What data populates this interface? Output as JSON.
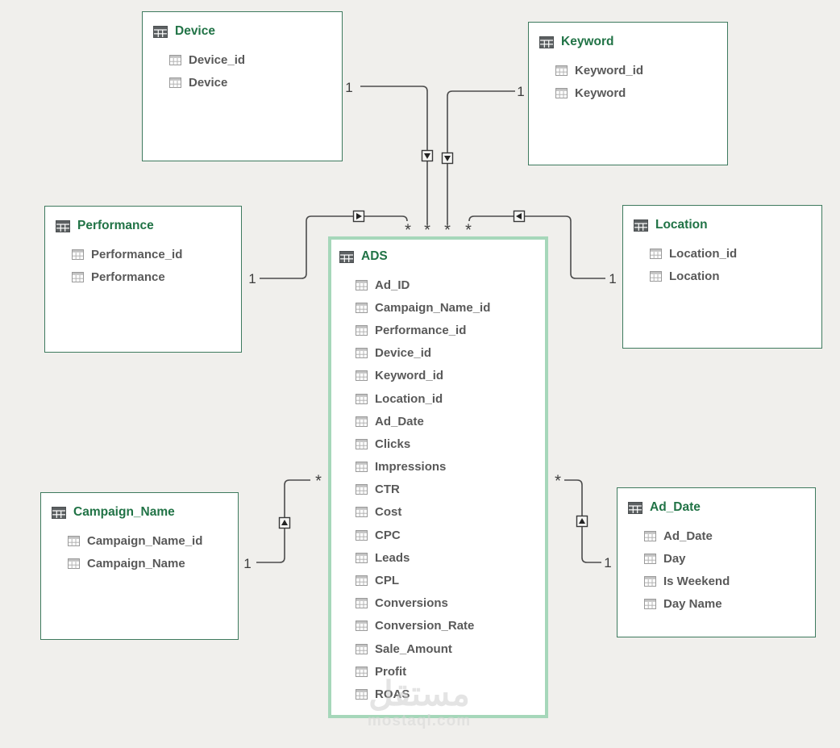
{
  "diagram": {
    "background_color": "#f0efec",
    "table_border_color": "#3e7a5e",
    "selected_table_border_color": "#a6d7ba",
    "title_color": "#217346",
    "field_color": "#595959",
    "connector_color": "#4c4c4c"
  },
  "tables": [
    {
      "id": "device",
      "title": "Device",
      "selected": false,
      "fields": [
        "Device_id",
        "Device"
      ]
    },
    {
      "id": "keyword",
      "title": "Keyword",
      "selected": false,
      "fields": [
        "Keyword_id",
        "Keyword"
      ]
    },
    {
      "id": "performance",
      "title": "Performance",
      "selected": false,
      "fields": [
        "Performance_id",
        "Performance"
      ]
    },
    {
      "id": "location",
      "title": "Location",
      "selected": false,
      "fields": [
        "Location_id",
        "Location"
      ]
    },
    {
      "id": "ads",
      "title": "ADS",
      "selected": true,
      "fields": [
        "Ad_ID",
        "Campaign_Name_id",
        "Performance_id",
        "Device_id",
        "Keyword_id",
        "Location_id",
        "Ad_Date",
        "Clicks",
        "Impressions",
        "CTR",
        "Cost",
        "CPC",
        "Leads",
        "CPL",
        "Conversions",
        "Conversion_Rate",
        "Sale_Amount",
        "Profit",
        "ROAS"
      ]
    },
    {
      "id": "campaign_name",
      "title": "Campaign_Name",
      "selected": false,
      "fields": [
        "Campaign_Name_id",
        "Campaign_Name"
      ]
    },
    {
      "id": "ad_date",
      "title": "Ad_Date",
      "selected": false,
      "fields": [
        "Ad_Date",
        "Day",
        "Is Weekend",
        "Day Name"
      ]
    }
  ],
  "relationships": [
    {
      "id": "device-ads",
      "from_table": "Device",
      "to_table": "ADS",
      "from_cardinality": "1",
      "to_cardinality": "*"
    },
    {
      "id": "keyword-ads",
      "from_table": "Keyword",
      "to_table": "ADS",
      "from_cardinality": "1",
      "to_cardinality": "*"
    },
    {
      "id": "performance-ads",
      "from_table": "Performance",
      "to_table": "ADS",
      "from_cardinality": "1",
      "to_cardinality": "*"
    },
    {
      "id": "location-ads",
      "from_table": "Location",
      "to_table": "ADS",
      "from_cardinality": "1",
      "to_cardinality": "*"
    },
    {
      "id": "campaign_name-ads",
      "from_table": "Campaign_Name",
      "to_table": "ADS",
      "from_cardinality": "1",
      "to_cardinality": "*"
    },
    {
      "id": "ad_date-ads",
      "from_table": "Ad_Date",
      "to_table": "ADS",
      "from_cardinality": "1",
      "to_cardinality": "*"
    }
  ],
  "watermark": {
    "arabic_text": "مستقل",
    "site_text": "mostaql.com"
  }
}
